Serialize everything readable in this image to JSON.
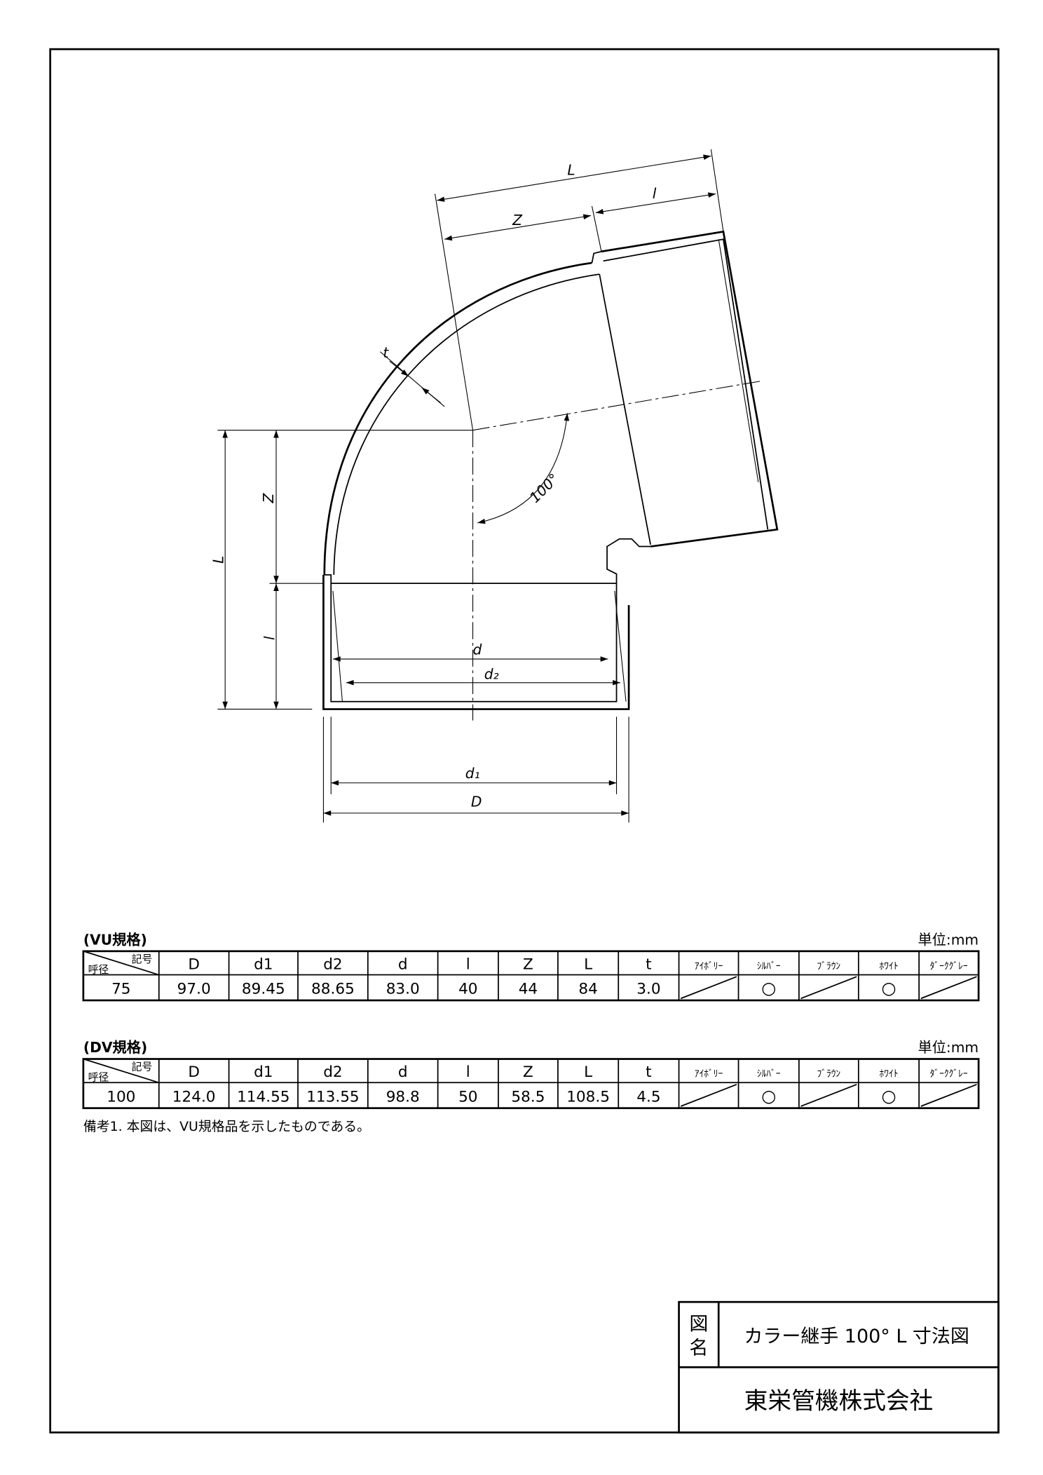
{
  "drawing": {
    "dim_labels": {
      "L_top": "L",
      "Z_top": "Z",
      "l_top": "l",
      "t": "t",
      "angle": "100°",
      "L_left": "L",
      "Z_left": "Z",
      "l_left": "l",
      "d": "d",
      "d2": "d₂",
      "d1": "d₁",
      "D": "D"
    }
  },
  "tables": [
    {
      "title": "(VU規格)",
      "unit": "単位:mm",
      "corner_top": "記号",
      "corner_bottom": "呼径",
      "headers": [
        "D",
        "d1",
        "d2",
        "d",
        "l",
        "Z",
        "L",
        "t",
        "ｱｲﾎﾞﾘｰ",
        "ｼﾙﾊﾞｰ",
        "ﾌﾞﾗｳﾝ",
        "ﾎﾜｲﾄ",
        "ﾀﾞｰｸｸﾞﾚｰ"
      ],
      "nominal": "75",
      "values": [
        "97.0",
        "89.45",
        "88.65",
        "83.0",
        "40",
        "44",
        "84",
        "3.0"
      ],
      "color_marks": [
        "",
        "○",
        "",
        "○",
        ""
      ],
      "color_available": [
        false,
        true,
        false,
        true,
        false
      ]
    },
    {
      "title": "(DV規格)",
      "unit": "単位:mm",
      "corner_top": "記号",
      "corner_bottom": "呼径",
      "headers": [
        "D",
        "d1",
        "d2",
        "d",
        "l",
        "Z",
        "L",
        "t",
        "ｱｲﾎﾞﾘｰ",
        "ｼﾙﾊﾞｰ",
        "ﾌﾞﾗｳﾝ",
        "ﾎﾜｲﾄ",
        "ﾀﾞｰｸｸﾞﾚｰ"
      ],
      "nominal": "100",
      "values": [
        "124.0",
        "114.55",
        "113.55",
        "98.8",
        "50",
        "58.5",
        "108.5",
        "4.5"
      ],
      "color_marks": [
        "",
        "○",
        "",
        "○",
        ""
      ],
      "color_available": [
        false,
        true,
        false,
        true,
        false
      ]
    }
  ],
  "note": "備考1. 本図は、VU規格品を示したものである。",
  "title_block": {
    "label_1": "図",
    "label_2": "名",
    "drawing_name": "カラー継手 100° L 寸法図",
    "company": "東栄管機株式会社"
  }
}
